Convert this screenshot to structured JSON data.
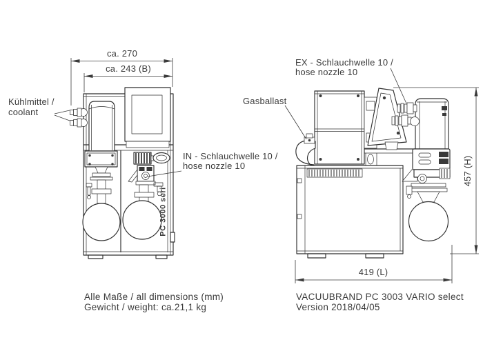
{
  "front_view": {
    "dim_outer_width": "ca. 270",
    "dim_body_width": "ca. 243 (B)",
    "coolant_label_line1": "Kühlmittel /",
    "coolant_label_line2": "coolant",
    "in_label_line1": "IN - Schlauchwelle 10 /",
    "in_label_line2": "hose nozzle 10",
    "series_marking": "PC 3000 seri"
  },
  "side_view": {
    "ex_label_line1": "EX - Schlauchwelle 10 /",
    "ex_label_line2": "hose nozzle 10",
    "gasballast_label": "Gasballast",
    "dim_height": "457 (H)",
    "dim_length": "419 (L)"
  },
  "footnotes": {
    "dimensions_note": "Alle Maße / all dimensions (mm)",
    "weight_note": "Gewicht / weight:  ca.21,1 kg",
    "product_name": "VACUUBRAND PC 3003 VARIO select",
    "version_note": "Version 2018/04/05"
  },
  "colors": {
    "line": "#2e2e2e",
    "text": "#3a3a3a",
    "background": "#ffffff"
  }
}
